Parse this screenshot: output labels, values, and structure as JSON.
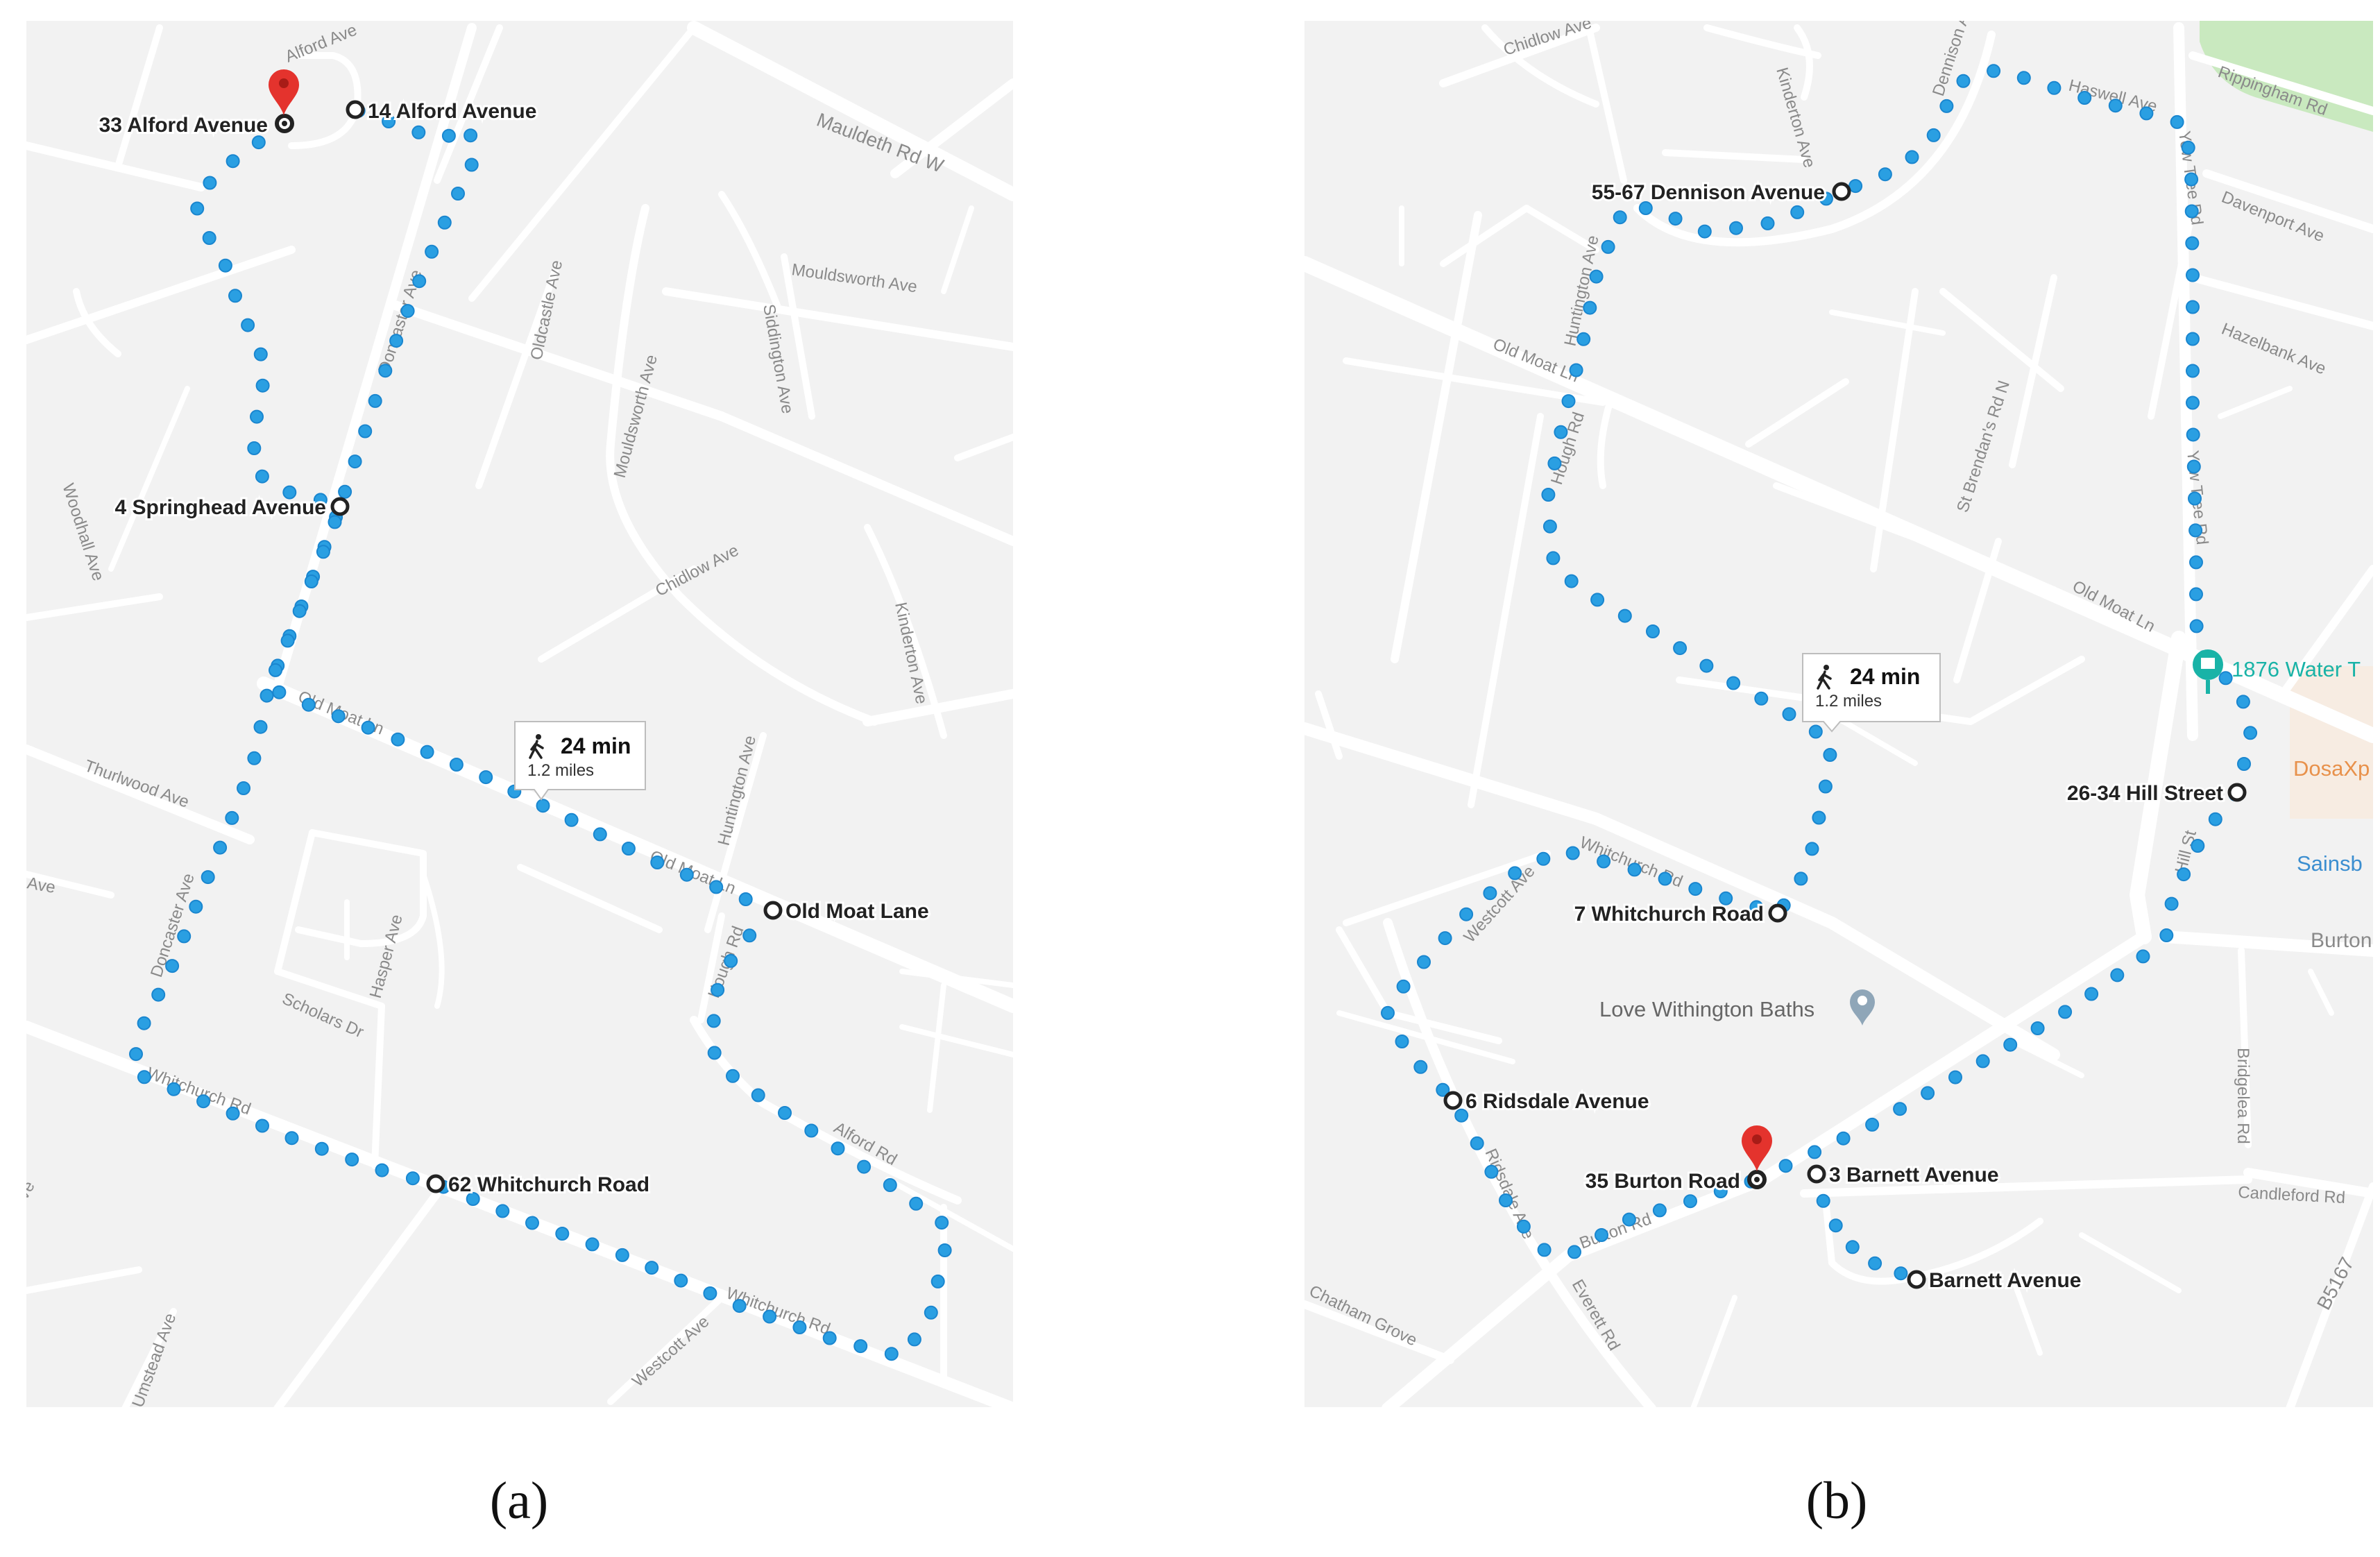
{
  "captions": {
    "a": "(a)",
    "b": "(b)"
  },
  "colors": {
    "map_bg": "#f2f2f2",
    "road": "#ffffff",
    "route_dot": "#2a9fe2",
    "route_dot_edge": "#1a86cf",
    "waypoint_ring": "#222222",
    "destination_pin": "#e4332d",
    "park": "#c9e9bf",
    "water_tower": "#19b3a7",
    "restaurant": "#e8914b",
    "supermarket": "#3b8ed0",
    "baths_pin": "#8fa6b8"
  },
  "map_a": {
    "waypoints": {
      "alford33": "33 Alford Avenue",
      "alford14": "14 Alford Avenue",
      "springhead": "4 Springhead Avenue",
      "oldmoat": "Old Moat Lane",
      "whitchurch62": "62 Whitchurch Road"
    },
    "route_info": {
      "time": "24 min",
      "distance": "1.2 miles",
      "icon": "walking-person-icon"
    },
    "streets": {
      "mauldeth": "Mauldeth Rd W",
      "mouldsworth_ave": "Mouldsworth Ave",
      "oldcastle": "Oldcastle Ave",
      "sidlington": "Siddington Ave",
      "mouldsworth_vert": "Mouldsworth Ave",
      "chidlow": "Chidlow Ave",
      "kinderton": "Kinderton Ave",
      "woodhall": "Woodhall Ave",
      "doncaster_top": "Doncaster Ave",
      "doncaster_bot": "Doncaster Ave",
      "old_moat_a": "Old Moat Ln",
      "old_moat_b": "Old Moat Ln",
      "thurlwood": "Thurlwood Ave",
      "huntington": "Huntington Ave",
      "hough": "Hough Rd",
      "hasper": "Hasper Ave",
      "scholars": "Scholars Dr",
      "whitchurch_left": "Whitchurch Rd",
      "whitchurch_right": "Whitchurch Rd",
      "westcott": "Westcott Ave",
      "alford_rd": "Alford Rd",
      "alford_ave_top": "Alford Ave",
      "left_ave": "Ave",
      "left_ve": "ve",
      "umstead": "Umstead Ave"
    }
  },
  "map_b": {
    "waypoints": {
      "dennison": "55-67 Dennison Avenue",
      "hill": "26-34 Hill Street",
      "whitchurch7": "7 Whitchurch Road",
      "ridsdale": "6 Ridsdale Avenue",
      "burton35": "35 Burton Road",
      "barnett3": "3 Barnett Avenue",
      "barnett": "Barnett Avenue"
    },
    "route_info": {
      "time": "24 min",
      "distance": "1.2 miles",
      "icon": "walking-person-icon"
    },
    "pois": {
      "water_tower": "1876 Water T",
      "dosa": "DosaXp",
      "sainsbury": "Sainsb",
      "baths": "Love Withington Baths"
    },
    "streets": {
      "chidlow": "Chidlow Ave",
      "kinderton": "Kinderton Ave",
      "dennison_top": "Dennison A",
      "haswell": "Haswell Ave",
      "rippingham": "Rippingham Rd",
      "davenport": "Davenport Ave",
      "hazelbank": "Hazelbank Ave",
      "yew_tree_top": "Yew Tree Rd",
      "yew_tree_mid": "Yew Tree Rd",
      "huntington": "Huntington Ave",
      "old_moat_left": "Old Moat Ln",
      "old_moat_right": "Old Moat Ln",
      "hough": "Hough Rd",
      "st_brendans": "St Brendan's Rd N",
      "whitchurch": "Whitchurch Rd",
      "westcott": "Westcott Ave",
      "hill_st": "Hill St",
      "burton_right": "Burton",
      "bridgelea": "Bridgelea Rd",
      "candleford": "Candleford Rd",
      "ridsdale": "Ridsdale Ave",
      "burton_rd": "Burton Rd",
      "everett": "Everett Rd",
      "chatham": "Chatham Grove",
      "b5167": "B5167"
    }
  }
}
